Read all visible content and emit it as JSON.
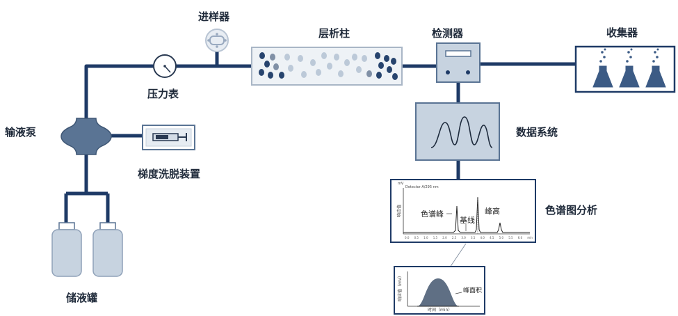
{
  "labels": {
    "injector": "进样器",
    "column": "层析柱",
    "detector": "检测器",
    "collector": "收集器",
    "pressure_gauge": "压力表",
    "pump": "输液泵",
    "gradient": "梯度洗脱装置",
    "data_system": "数据系统",
    "reservoir": "储液罐",
    "chrom_analysis": "色谱图分析"
  },
  "chromatogram": {
    "peak_label": "色谱峰",
    "baseline_label": "基线",
    "height_label": "峰高",
    "small_header": "Detector A/295 nm",
    "y_unit": "mV",
    "y_small": "响应值",
    "x_unit": "min",
    "x_ticks": [
      "0.0",
      "0.5",
      "1.0",
      "1.5",
      "2.0",
      "2.5",
      "3.0",
      "3.5",
      "4.0",
      "4.5",
      "5.0",
      "5.5",
      "6.0",
      "min"
    ]
  },
  "peak_zoom": {
    "area_label": "峰面积",
    "x_label": "时间（min）",
    "y_label": "响应值（mV）"
  },
  "colors": {
    "pipe": "#1e3a66",
    "device_fill": "#c7d3e0",
    "device_dark": "#5a7494",
    "flask": "#3c5b85",
    "dot_dark": "#27446e",
    "dot_light": "#bcc9d8"
  }
}
